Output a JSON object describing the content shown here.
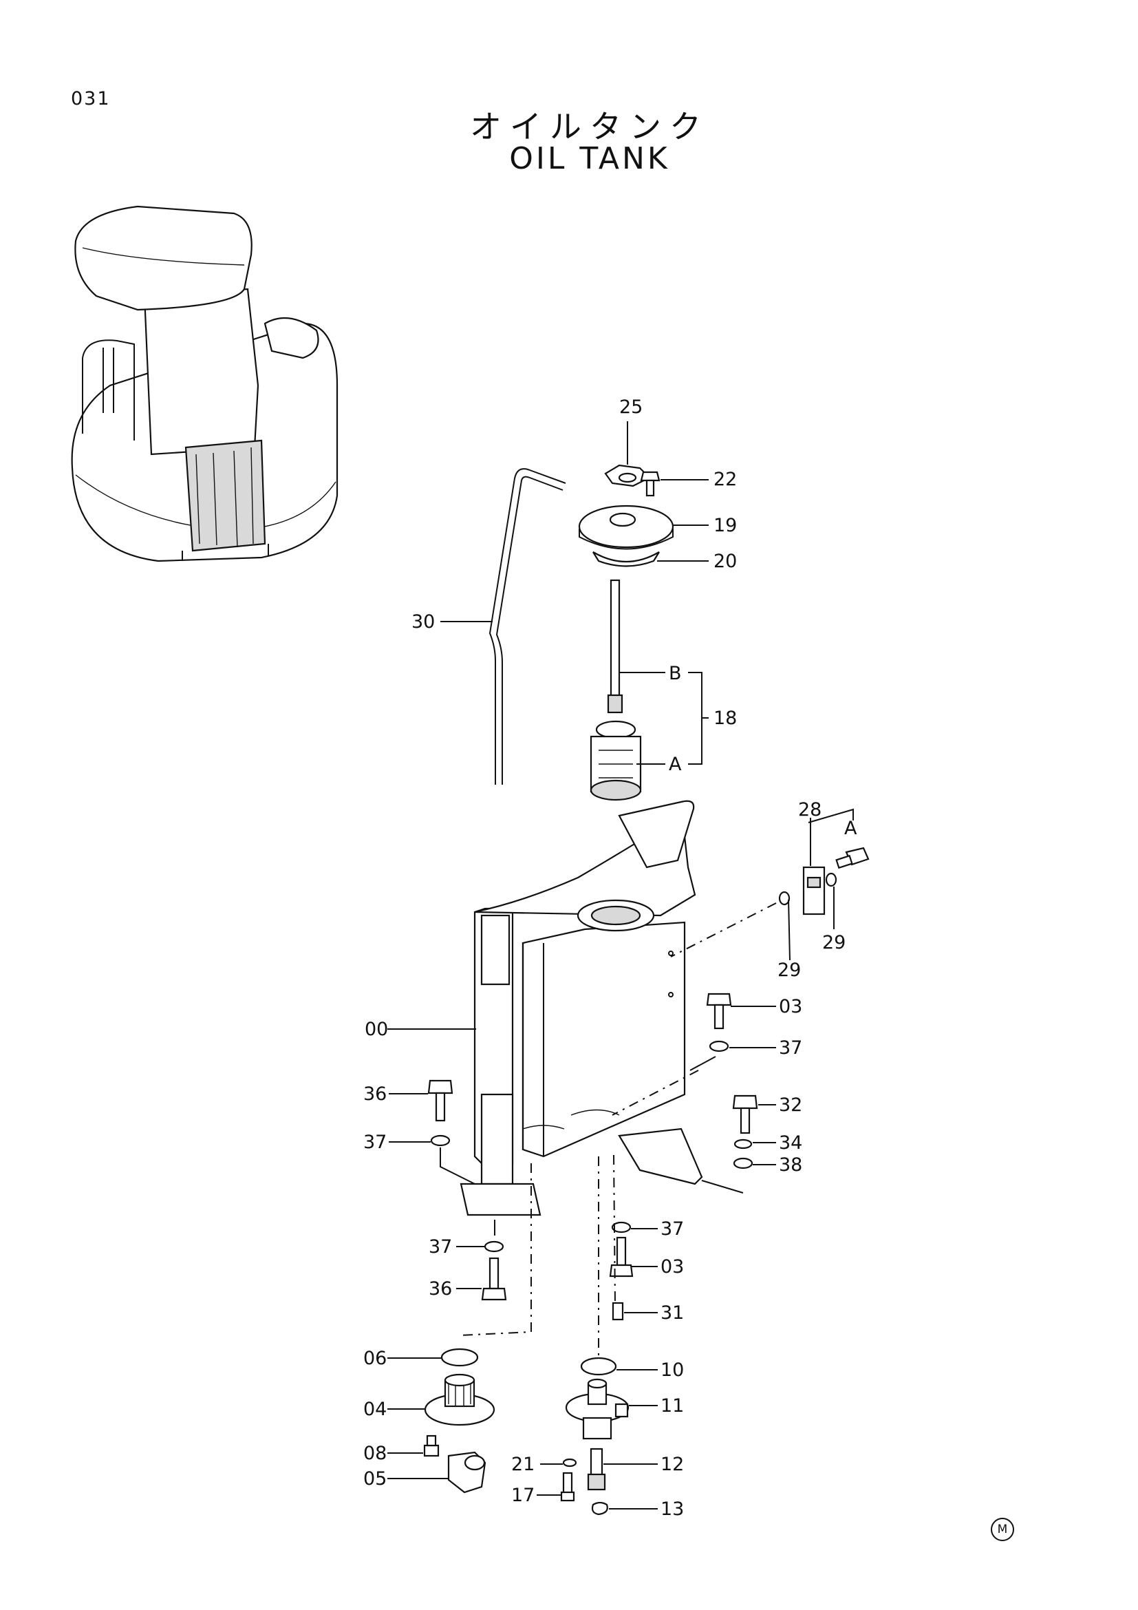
{
  "page_code": "031",
  "title_jp": "オイルタンク",
  "title_en": "OIL TANK",
  "mark": "M",
  "labels": {
    "l25": "25",
    "l22": "22",
    "l19": "19",
    "l20": "20",
    "l30": "30",
    "lB": "B",
    "lA": "A",
    "l18": "18",
    "l28": "28",
    "lA2": "A",
    "l29a": "29",
    "l29b": "29",
    "l00": "00",
    "l03a": "03",
    "l37a": "37",
    "l36a": "36",
    "l37b": "37",
    "l32": "32",
    "l34": "34",
    "l38": "38",
    "l37c": "37",
    "l03b": "03",
    "l37d": "37",
    "l36b": "36",
    "l31": "31",
    "l06": "06",
    "l10": "10",
    "l04": "04",
    "l11": "11",
    "l08": "08",
    "l21": "21",
    "l12": "12",
    "l05": "05",
    "l17": "17",
    "l13": "13"
  }
}
